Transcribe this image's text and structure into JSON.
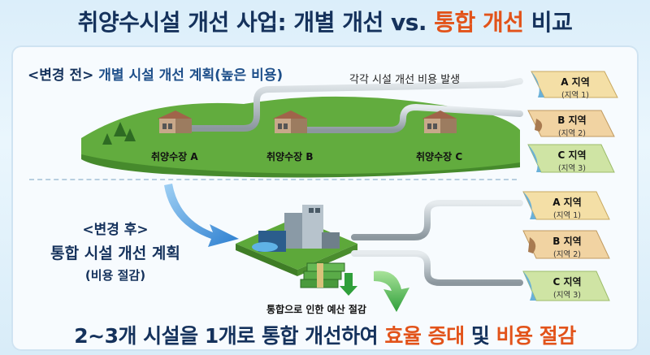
{
  "title": {
    "part1": "취양수시설 개선 사업: 개별 개선 vs. ",
    "part2": "통합 개선",
    "part3": " 비교"
  },
  "before": {
    "tag": "<변경 전>",
    "desc": " 개별 시설 개선 계획(높은 비용)",
    "cost_note": "각각 시설 개선 비용 발생",
    "plants": [
      "취양수장 A",
      "취양수장 B",
      "취양수장 C"
    ],
    "regions": [
      {
        "name": "A 지역",
        "sub": "(지역 1)",
        "color": "#f4dfa6"
      },
      {
        "name": "B 지역",
        "sub": "(지역 2)",
        "color": "#f1d3a2"
      },
      {
        "name": "C 지역",
        "sub": "(지역 3)",
        "color": "#cfe4a4"
      }
    ]
  },
  "after": {
    "line1": "<변경 후>",
    "line2": "통합 시설 개선 계획",
    "line3": "(비용 절감)",
    "savings_note": "통합으로 인한 예산 절감",
    "regions": [
      {
        "name": "A 지역",
        "sub": "(지역 1)",
        "color": "#f4dfa6"
      },
      {
        "name": "B 지역",
        "sub": "(지역 2)",
        "color": "#f1d3a2"
      },
      {
        "name": "C 지역",
        "sub": "(지역 3)",
        "color": "#cfe4a4"
      }
    ]
  },
  "footer": {
    "part1": "2~3개 시설을 1개로 통합 개선하여 ",
    "part2": "효율 증대",
    "part3": " 및 ",
    "part4": "비용 절감"
  },
  "colors": {
    "navy": "#15325c",
    "accent": "#e2531a",
    "grass": "#5da83a",
    "pipe": "#b9c2c8"
  }
}
